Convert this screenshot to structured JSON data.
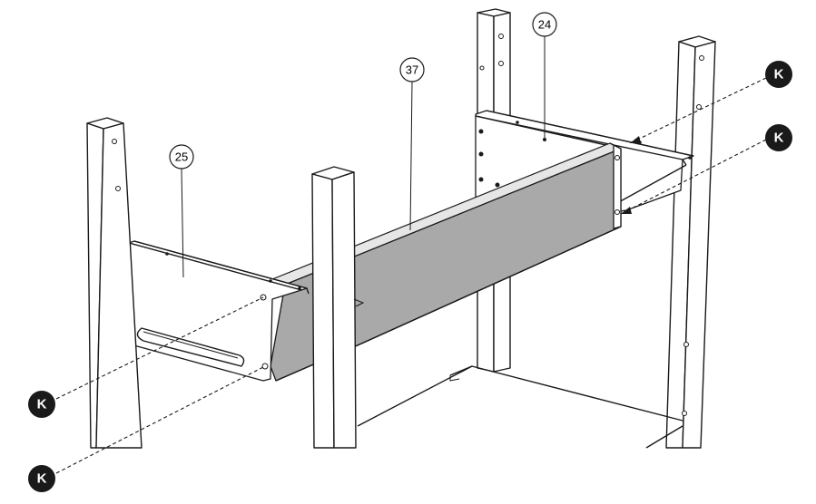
{
  "figure": {
    "callouts": [
      {
        "id": "25",
        "label": "25"
      },
      {
        "id": "37",
        "label": "37"
      },
      {
        "id": "24",
        "label": "24"
      }
    ],
    "fastener_markers": [
      {
        "id": "k1",
        "label": "K"
      },
      {
        "id": "k2",
        "label": "K"
      },
      {
        "id": "k3",
        "label": "K"
      },
      {
        "id": "k4",
        "label": "K"
      }
    ],
    "colors": {
      "line": "#1a1a1a",
      "panel_grey": "#a9a9a9",
      "marker_fill": "#1a1a1a",
      "background": "#ffffff"
    }
  }
}
